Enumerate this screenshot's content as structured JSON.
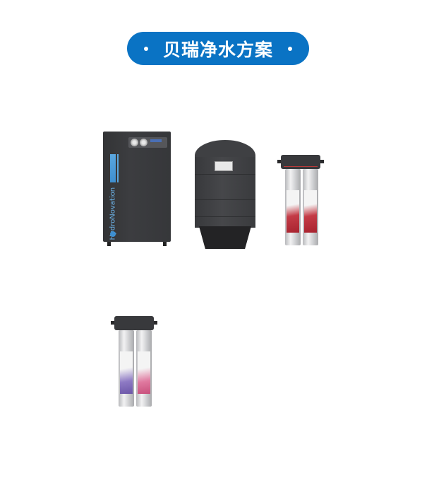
{
  "header": {
    "title": "贝瑞净水方案",
    "accent_color": "#0a73c4"
  },
  "products": [
    {
      "name": "RO water purification cabinet",
      "brand_text": "HydroNovation",
      "icon": "ro-cabinet-image"
    },
    {
      "name": "Pressure storage tank",
      "icon": "pressure-tank-image"
    },
    {
      "name": "Twin cartridge filter (red)",
      "icon": "twin-filter-image"
    },
    {
      "name": "Twin cartridge filter (purple/pink)",
      "icon": "twin-filter-image"
    }
  ]
}
